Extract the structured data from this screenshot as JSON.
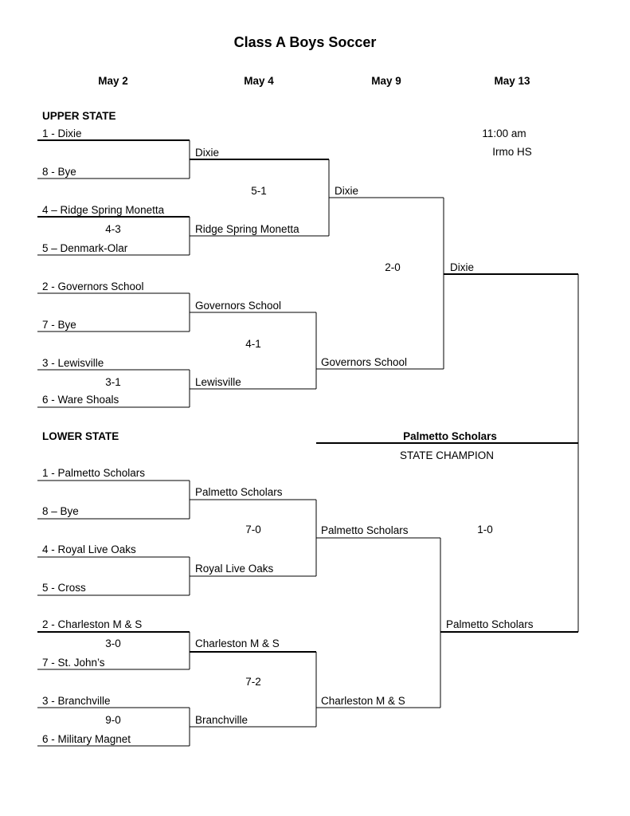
{
  "title": "Class A Boys Soccer",
  "rounds": [
    "May 2",
    "May 4",
    "May 9",
    "May 13"
  ],
  "final_info": {
    "time": "11:00 am",
    "venue": "Irmo HS"
  },
  "upper": {
    "label": "UPPER STATE",
    "seeds": [
      "1 - Dixie",
      "8 - Bye",
      "4 – Ridge Spring Monetta",
      "5 – Denmark-Olar",
      "2 - Governors School",
      "7 - Bye",
      "3 - Lewisville",
      "6 - Ware Shoals"
    ],
    "r1_scores": [
      "4-3",
      "3-1"
    ],
    "r2": [
      "Dixie",
      "Ridge Spring Monetta",
      "Governors School",
      "Lewisville"
    ],
    "r2_scores": [
      "5-1",
      "4-1"
    ],
    "r3": [
      "Dixie",
      "Governors School"
    ],
    "r3_score": "2-0",
    "champion": "Dixie"
  },
  "lower": {
    "label": "LOWER STATE",
    "seeds": [
      "1 - Palmetto Scholars",
      "8 – Bye",
      "4 - Royal Live Oaks",
      "5 - Cross",
      "2 - Charleston M & S",
      "7 - St. John’s",
      "3 - Branchville",
      "6 - Military Magnet"
    ],
    "r1_scores": [
      "3-0",
      "9-0"
    ],
    "r2": [
      "Palmetto Scholars",
      "Royal Live Oaks",
      "Charleston M & S",
      "Branchville"
    ],
    "r2_scores": [
      "7-0",
      "7-2"
    ],
    "r3": [
      "Palmetto Scholars",
      "Charleston M & S"
    ],
    "r3_score": "",
    "champion": "Palmetto Scholars"
  },
  "final_score": "1-0",
  "state_champion": {
    "name": "Palmetto Scholars",
    "label": "STATE CHAMPION"
  }
}
